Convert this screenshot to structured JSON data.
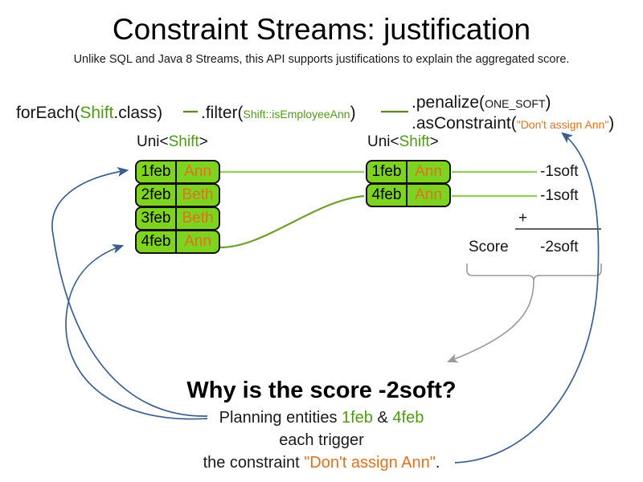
{
  "title": "Constraint Streams: justification",
  "subtitle": "Unlike SQL and Java 8 Streams, this API supports justifications to explain the aggregated score.",
  "code": {
    "foreach": {
      "prefix": "forEach(",
      "type": "Shift",
      "suffix": ".class)"
    },
    "filter": {
      "prefix": ".filter(",
      "arg": "Shift::isEmployeeAnn",
      "suffix": ")"
    },
    "penalize": {
      "prefix": ".penalize(",
      "arg": "ONE_SOFT",
      "suffix": ")"
    },
    "as_constraint": {
      "prefix": ".asConstraint(",
      "arg": "\"Don't assign Ann\"",
      "suffix": ")"
    }
  },
  "streams": {
    "left": {
      "label_prefix": "Uni<",
      "label_type": "Shift",
      "label_suffix": ">",
      "rows": [
        {
          "date": "1feb",
          "name": "Ann"
        },
        {
          "date": "2feb",
          "name": "Beth"
        },
        {
          "date": "3feb",
          "name": "Beth"
        },
        {
          "date": "4feb",
          "name": "Ann"
        }
      ]
    },
    "right": {
      "label_prefix": "Uni<",
      "label_type": "Shift",
      "label_suffix": ">",
      "rows": [
        {
          "date": "1feb",
          "name": "Ann",
          "impact": "-1soft"
        },
        {
          "date": "4feb",
          "name": "Ann",
          "impact": "-1soft"
        }
      ]
    }
  },
  "score": {
    "impact_1": "-1soft",
    "impact_2": "-1soft",
    "operator": "+",
    "label": "Score",
    "total": "-2soft"
  },
  "explanation": {
    "heading": "Why is the score -2soft?",
    "line1_prefix": "Planning entities ",
    "line1_entity_a": "1feb",
    "line1_conj": " & ",
    "line1_entity_b": "4feb",
    "line2": "each trigger",
    "line3_prefix": "the constraint ",
    "line3_constraint": "\"Don't assign Ann\"",
    "line3_suffix": "."
  },
  "colors": {
    "pill_green": "#7ed321",
    "text_green": "#4f9a17",
    "line_green": "#9ccc65",
    "connector_green": "#5a8a1e",
    "orange": "#e2711d",
    "blue_arrow": "#3a5f8f",
    "gray_arrow": "#9a9a9a",
    "black": "#000000"
  }
}
